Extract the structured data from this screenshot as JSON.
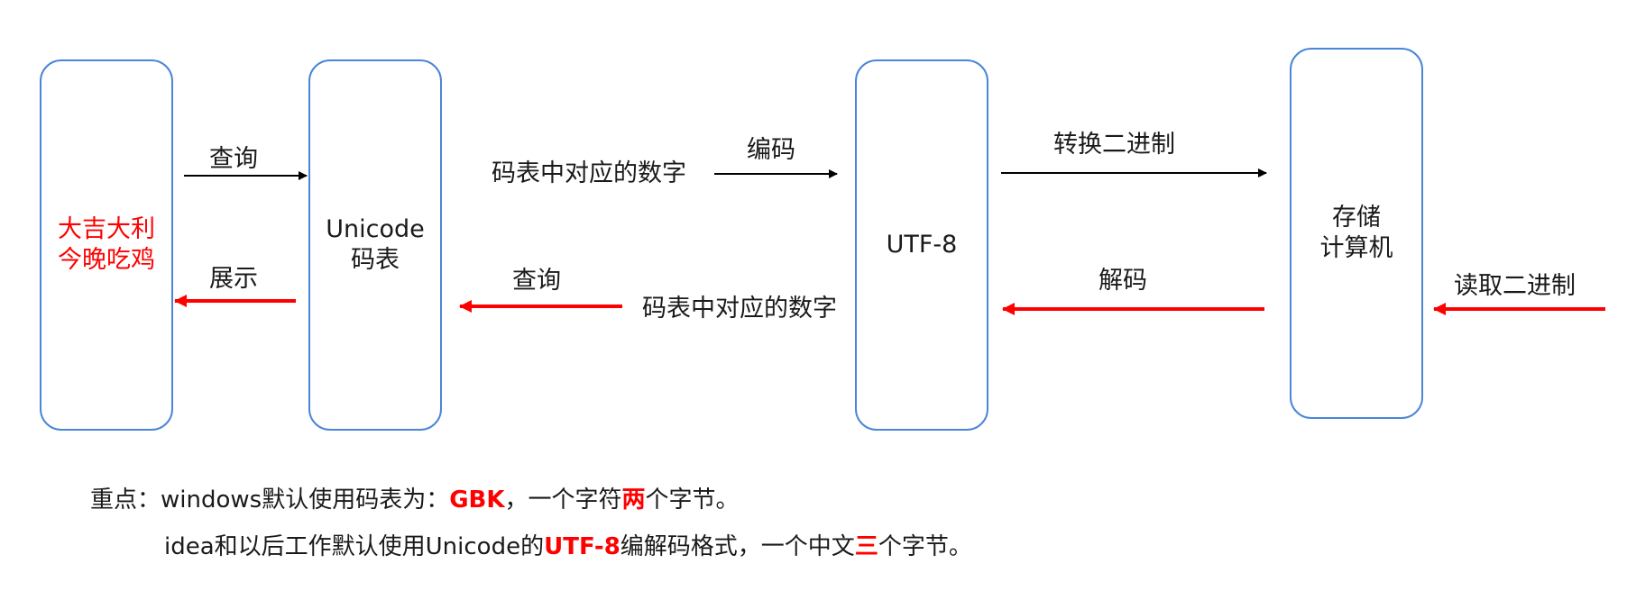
{
  "boxes": {
    "source_lines": [
      "大吉大利",
      "今晚吃鸡"
    ],
    "unicode_lines": [
      "Unicode",
      "码表"
    ],
    "utf8_label": "UTF-8",
    "computer_lines": [
      "存储",
      "计算机"
    ]
  },
  "labels": {
    "query_top": "查询",
    "show": "展示",
    "code_number_top": "码表中对应的数字",
    "encode": "编码",
    "query_bottom": "查询",
    "code_number_bottom": "码表中对应的数字",
    "to_binary": "转换二进制",
    "decode": "解码",
    "read_binary": "读取二进制"
  },
  "notes": {
    "line1_prefix": "重点：windows默认使用码表为：",
    "line1_gbk": "GBK",
    "line1_mid": "，一个字符",
    "line1_two": "两",
    "line1_suffix": "个字节。",
    "line2_prefix": "idea和以后工作默认使用Unicode的",
    "line2_utf8": "UTF-8",
    "line2_mid": "编解码格式，一个中文",
    "line2_three": "三",
    "line2_suffix": "个字节。"
  },
  "colors": {
    "box_border": "#4a86d8",
    "arrow_black": "#000000",
    "arrow_red": "#ff0000",
    "highlight": "#ff0000"
  }
}
